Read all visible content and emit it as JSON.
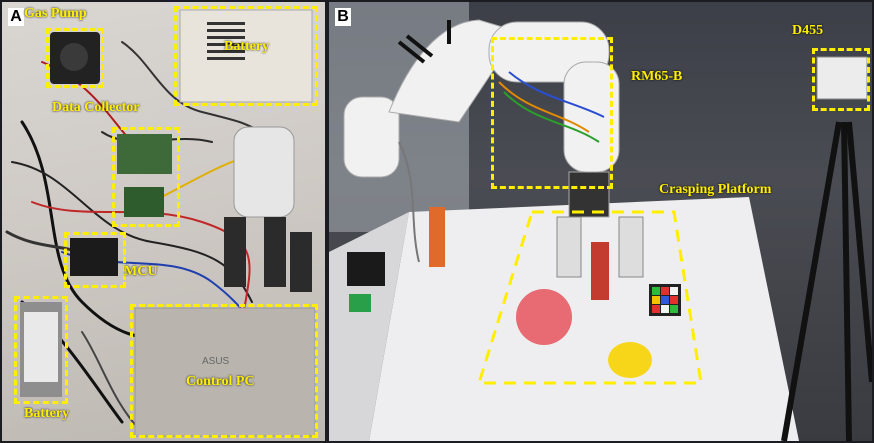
{
  "panels": {
    "a": {
      "label": "A",
      "annotations": {
        "gas_pump": "Gas Pump",
        "battery_top": "Battery",
        "data_collector": "Data Collector",
        "mcu": "MCU",
        "battery_bottom": "Battery",
        "control_pc": "Control PC"
      }
    },
    "b": {
      "label": "B",
      "annotations": {
        "robot_arm": "RM65-B",
        "camera": "D455",
        "platform": "Crasping Platform"
      }
    }
  },
  "colors": {
    "annotation": "#ffee00",
    "panel_label_bg": "#ffffff"
  }
}
